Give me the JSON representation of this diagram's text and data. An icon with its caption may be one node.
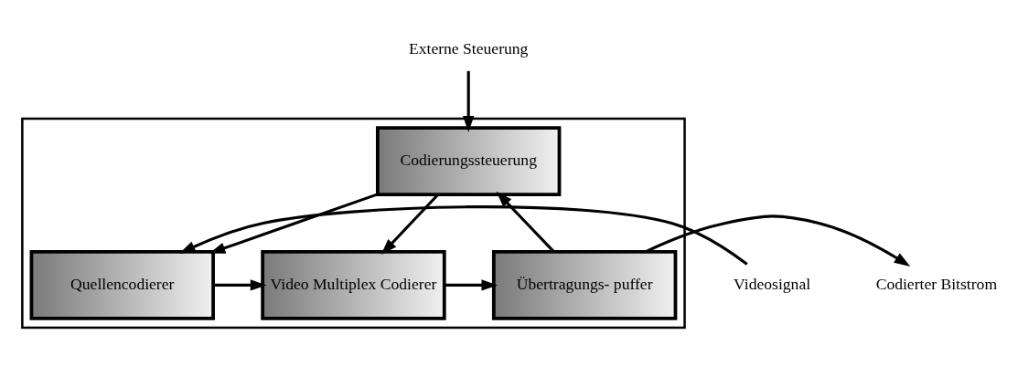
{
  "diagram": {
    "nodes": [
      {
        "text": [],
        "shape": "box"
      },
      {
        "text": [
          "Codierungssteuerung"
        ],
        "in": 0
      },
      {
        "text": [
          "Quellencodierer"
        ],
        "in": 0
      },
      {
        "text": [
          "Video Multiplex Codierer"
        ],
        "in": 0
      },
      {
        "text": [
          "Übertragungs- puffer"
        ],
        "in": 0
      },
      {
        "text": [
          "Externe Steuerung"
        ]
      },
      {
        "text": [
          "Videosignal"
        ]
      },
      {
        "text": [
          "Codierter Bitstrom"
        ]
      }
    ],
    "edges": [
      {
        "from": 5,
        "to": 1,
        "arrow": "to"
      },
      {
        "from": 1,
        "to": 2,
        "arrow": "to"
      },
      {
        "from": 1,
        "to": 3,
        "arrow": "to"
      },
      {
        "from": 4,
        "to": 1,
        "arrow": "to"
      },
      {
        "from": 6,
        "to": 2,
        "arrow": "to"
      },
      {
        "from": 2,
        "to": 3,
        "arrow": "to"
      },
      {
        "from": 3,
        "to": 4,
        "arrow": "to"
      },
      {
        "from": 4,
        "to": 7,
        "arrow": "to"
      }
    ]
  }
}
